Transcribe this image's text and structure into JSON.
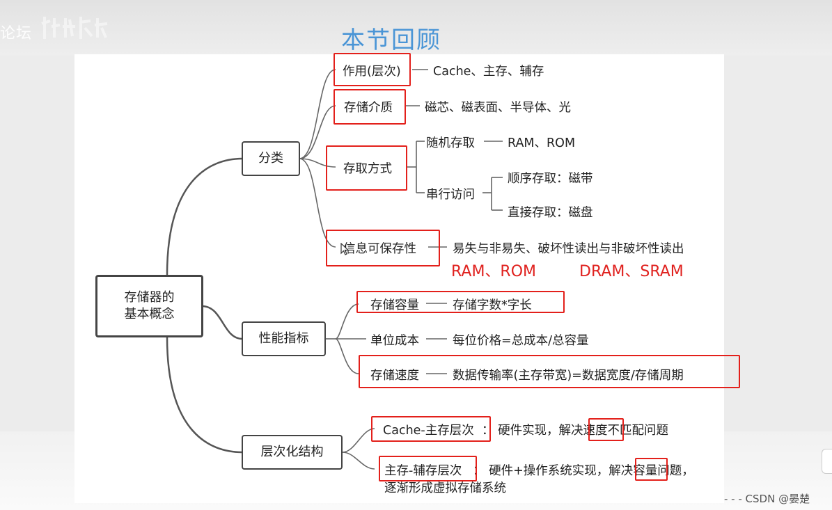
{
  "watermark": {
    "left_text": "论坛"
  },
  "heading": "本节回顾",
  "root": {
    "line1": "存储器的",
    "line2": "基本概念"
  },
  "groups": {
    "classify": "分类",
    "perf": "性能指标",
    "hier": "层次化结构"
  },
  "classify": {
    "role": {
      "label": "作用(层次)",
      "detail": "Cache、主存、辅存"
    },
    "media": {
      "label": "存储介质",
      "detail": "磁芯、磁表面、半导体、光"
    },
    "access": {
      "label": "存取方式",
      "random": {
        "label": "随机存取",
        "detail": "RAM、ROM"
      },
      "serial": {
        "label": "串行访问",
        "sequential": "顺序存取：磁带",
        "direct": "直接存取：磁盘"
      }
    },
    "retention": {
      "label": "信息可保存性",
      "detail": "易失与非易失、破坏性读出与非破坏性读出",
      "note1": "RAM、ROM",
      "note2": "DRAM、SRAM"
    }
  },
  "perf": {
    "capacity": {
      "label": "存储容量",
      "detail": "存储字数*字长"
    },
    "cost": {
      "label": "单位成本",
      "detail": "每位价格=总成本/总容量"
    },
    "speed": {
      "label": "存储速度",
      "detail": "数据传输率(主存带宽)=数据宽度/存储周期"
    }
  },
  "hier": {
    "cache_main": {
      "label": "Cache-主存层次",
      "detail": "：  硬件实现，解决速度不匹配问题"
    },
    "main_aux": {
      "label": "主存-辅存层次",
      "detail": "：  硬件+操作系统实现，解决容量问题，",
      "detail2": "逐渐形成虚拟存储系统"
    }
  },
  "footer": {
    "credit": "- - - CSDN @晏楚"
  },
  "colors": {
    "heading": "#4a95d6",
    "highlight": "#e3201b",
    "line": "#555555"
  }
}
